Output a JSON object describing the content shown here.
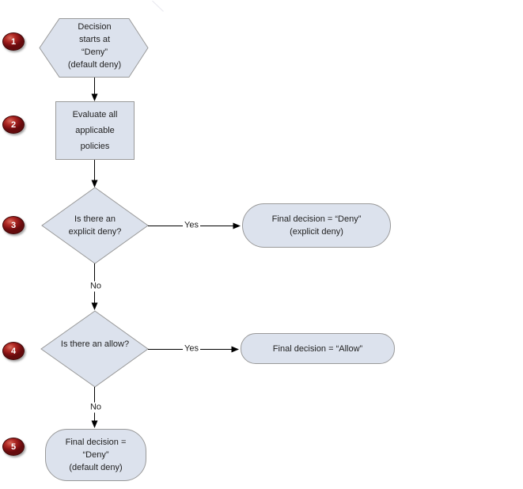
{
  "diagram": {
    "colors": {
      "page_bg": "#ffffff",
      "node_fill": "#dce2ed",
      "node_border": "#999999",
      "connector": "#000000",
      "text": "#1f1f1f",
      "badge_fill": "#8e1b1b",
      "badge_text": "#ffffff"
    },
    "badges": [
      "1",
      "2",
      "3",
      "4",
      "5"
    ],
    "nodes": {
      "start": {
        "shape": "hexagon",
        "line1": "Decision",
        "line2": "starts at",
        "line3": "“Deny”",
        "line4": "(default deny)"
      },
      "evaluate": {
        "shape": "rectangle",
        "line1": "Evaluate all",
        "line2": "applicable",
        "line3": "policies"
      },
      "explicit_deny": {
        "shape": "diamond",
        "line1": "Is there an",
        "line2": "explicit deny?"
      },
      "allow": {
        "shape": "diamond",
        "line1": "Is there an allow?"
      },
      "final_deny_explicit": {
        "shape": "rounded",
        "line1": "Final decision = “Deny”",
        "line2": "(explicit deny)"
      },
      "final_allow": {
        "shape": "rounded",
        "line1": "Final decision = “Allow”"
      },
      "final_deny_default": {
        "shape": "rounded",
        "line1": "Final decision =",
        "line2": "“Deny”",
        "line3": "(default deny)"
      }
    },
    "edges": {
      "yes_explicit": "Yes",
      "no_explicit": "No",
      "yes_allow": "Yes",
      "no_allow": "No"
    }
  }
}
